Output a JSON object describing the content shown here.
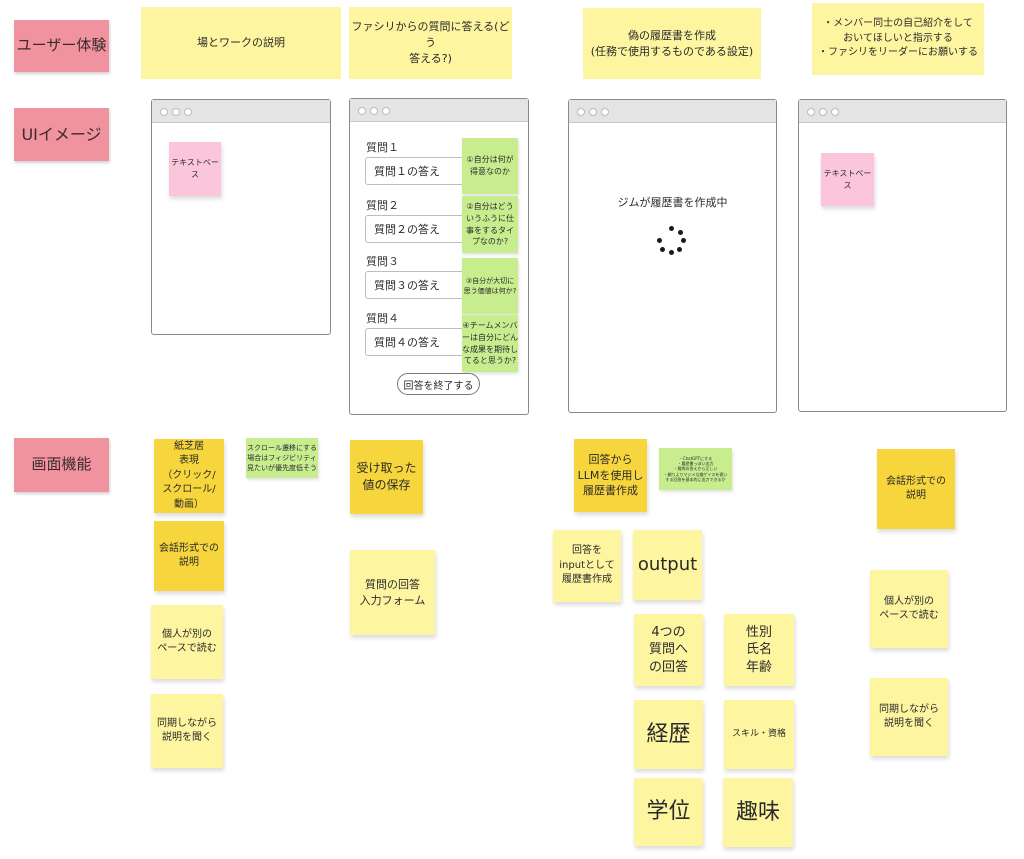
{
  "colors": {
    "label_pink": "#f0939e",
    "sticky_light_yellow": "#fdf5a0",
    "sticky_yellow": "#f7d53c",
    "sticky_green": "#c7ed8f",
    "sticky_pink": "#fbc6dc"
  },
  "row_labels": {
    "user_experience": "ユーザー体験",
    "ui_image": "UIイメージ",
    "screen_function": "画面機能"
  },
  "ux_notes": {
    "col1": "場とワークの説明",
    "col2": "ファシリからの質問に答える(どう\n答える?)",
    "col3": "偽の履歴書を作成\n(任務で使用するものである設定)",
    "col4": "・メンバー同士の自己紹介をして\nおいてほしいと指示する\n・ファシリをリーダーにお願いする"
  },
  "ui": {
    "frame1_note": "テキストベース",
    "frame2": {
      "questions": [
        {
          "label": "質問１",
          "answer": "質問１の答え",
          "hint": "①自分は何が\n得意なのか"
        },
        {
          "label": "質問２",
          "answer": "質問２の答え",
          "hint": "②自分はどう\nいうふうに仕\n事をするタイ\nプなのか?"
        },
        {
          "label": "質問３",
          "answer": "質問３の答え",
          "hint": "③自分が大切に\n思う価値は何か?"
        },
        {
          "label": "質問４",
          "answer": "質問４の答え",
          "hint": "④チームメンバ\nーは自分にどん\nな成果を期待し\nてると思うか?"
        }
      ],
      "finish_button": "回答を終了する"
    },
    "frame3_status": "ジムが履歴書を作成中",
    "frame4_note": "テキストベース"
  },
  "functions": {
    "col1": {
      "kamishibai": "紙芝居\n表現\n（クリック/\nスクロール/\n動画）",
      "scroll_note": "スクロール遷移にする\n場合はフィジビリティ\n見たいが優先度低そう",
      "conversation": "会話形式での\n説明",
      "individual_pace": "個人が別の\nペースで読む",
      "sync": "同期しながら\n説明を聞く"
    },
    "col2": {
      "save": "受け取った\n値の保存",
      "input_form": "質問の回答\n入力フォーム"
    },
    "col3": {
      "llm": "回答から\nLLMを使用し\n履歴書作成",
      "llm_note": "・ChatGPTにする\n・履歴書っぽい出力\n・質問の答えから正しい\n・頼りよりマジメな趣ゲイスを適い\nする回答を基本的に出力できるか",
      "input_answers": "回答を\ninputとして\n履歴書作成",
      "output": "output",
      "four_answers": "4つの\n質問へ\nの回答",
      "profile": "性別\n氏名\n年齢",
      "career": "経歴",
      "skills": "スキル・資格",
      "education": "学位",
      "hobby": "趣味"
    },
    "col4": {
      "conversation": "会話形式での\n説明",
      "individual_pace": "個人が別の\nペースで読む",
      "sync": "同期しながら\n説明を聞く"
    }
  }
}
